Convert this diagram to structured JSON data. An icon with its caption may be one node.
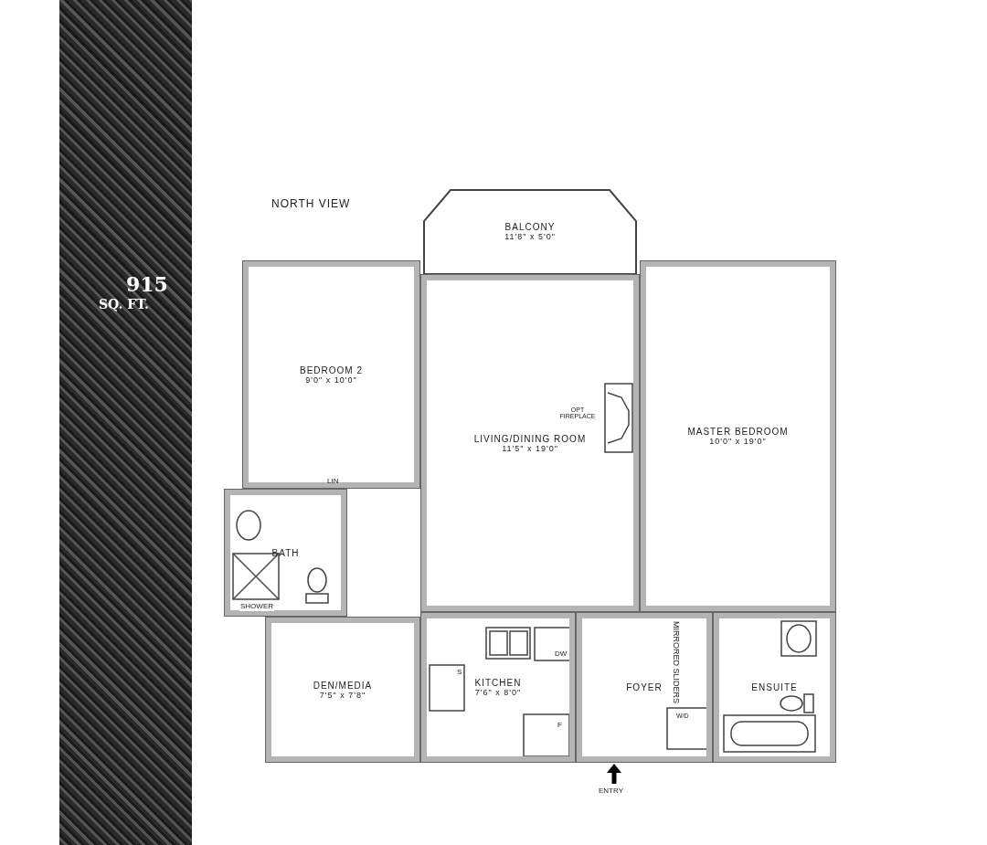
{
  "diagram": {
    "nodes": [
      {
        "text": [
          "BALCONY",
          "11'8\" x 5'0\""
        ]
      },
      {
        "text": [
          "BEDROOM 2",
          "9'0\" x 10'0\""
        ]
      },
      {
        "text": [
          "LIVING/DINING ROOM",
          "11'5\" x 19'0\""
        ]
      },
      {
        "text": [
          "MASTER BEDROOM",
          "10'0\" x 19'0\""
        ]
      },
      {
        "text": [
          "BATH"
        ]
      },
      {
        "text": [
          "DEN/MEDIA",
          "7'5\" x 7'8\""
        ]
      },
      {
        "text": [
          "KITCHEN",
          "7'6\" x 8'0\""
        ]
      },
      {
        "text": [
          "FOYER"
        ]
      },
      {
        "text": [
          "ENSUITE"
        ]
      }
    ],
    "edges": [],
    "labels": [
      "915",
      "SQ. FT.",
      "NORTH VIEW",
      "OPT FIREPLACE",
      "LIN",
      "SHOWER",
      "DW",
      "S",
      "F",
      "MIRRORED SLIDERS",
      "W/D",
      "ENTRY"
    ]
  }
}
